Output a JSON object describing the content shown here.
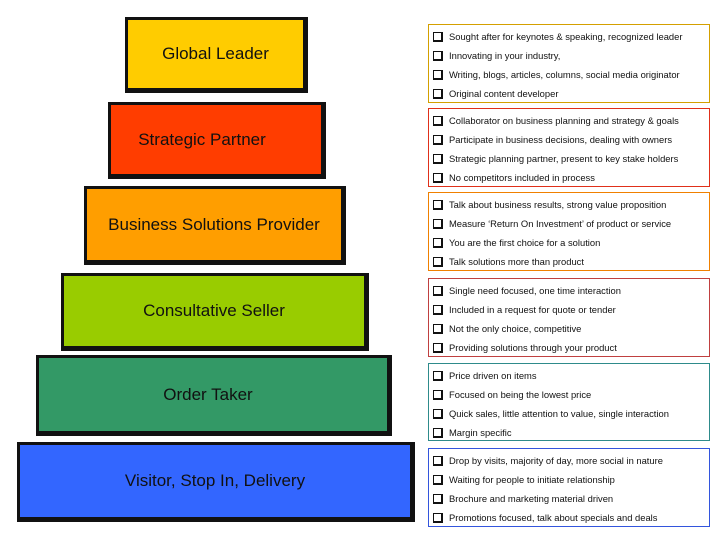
{
  "tiers": [
    {
      "label": "Global Leader",
      "color": "#FFCC00",
      "box_border": "#D4A000",
      "bullets": [
        "Sought after for keynotes & speaking, recognized leader",
        "Innovating in your industry,",
        "Writing, blogs, articles, columns, social media originator",
        "Original content developer"
      ]
    },
    {
      "label": "Strategic Partner",
      "color": "#FF3D00",
      "box_border": "#E0301A",
      "bullets": [
        "Collaborator on business planning and strategy & goals",
        "Participate in business decisions, dealing with owners",
        "Strategic planning partner, present to key stake holders",
        "No competitors included in process"
      ]
    },
    {
      "label": "Business Solutions Provider",
      "color": "#FF9E00",
      "box_border": "#F08000",
      "bullets": [
        "Talk about business results, strong value proposition",
        "Measure ‘Return On Investment’ of product or service",
        "You are the first choice for a solution",
        "Talk solutions more than product"
      ]
    },
    {
      "label": "Consultative Seller",
      "color": "#99CC00",
      "box_border": "#C04040",
      "bullets": [
        "Single need focused, one time interaction",
        "Included in a request for quote or tender",
        "Not the only choice, competitive",
        "Providing solutions through your product"
      ]
    },
    {
      "label": "Order Taker",
      "color": "#339966",
      "box_border": "#2E8B8B",
      "bullets": [
        "Price driven on items",
        "Focused on being the lowest price",
        "Quick sales, little attention to value, single interaction",
        "Margin specific"
      ]
    },
    {
      "label": "Visitor, Stop In, Delivery",
      "color": "#3366FF",
      "box_border": "#3355DD",
      "bullets": [
        "Drop by visits, majority of day, more social in nature",
        "Waiting for people to initiate relationship",
        "Brochure and marketing material driven",
        "Promotions focused, talk about specials and deals"
      ]
    }
  ]
}
